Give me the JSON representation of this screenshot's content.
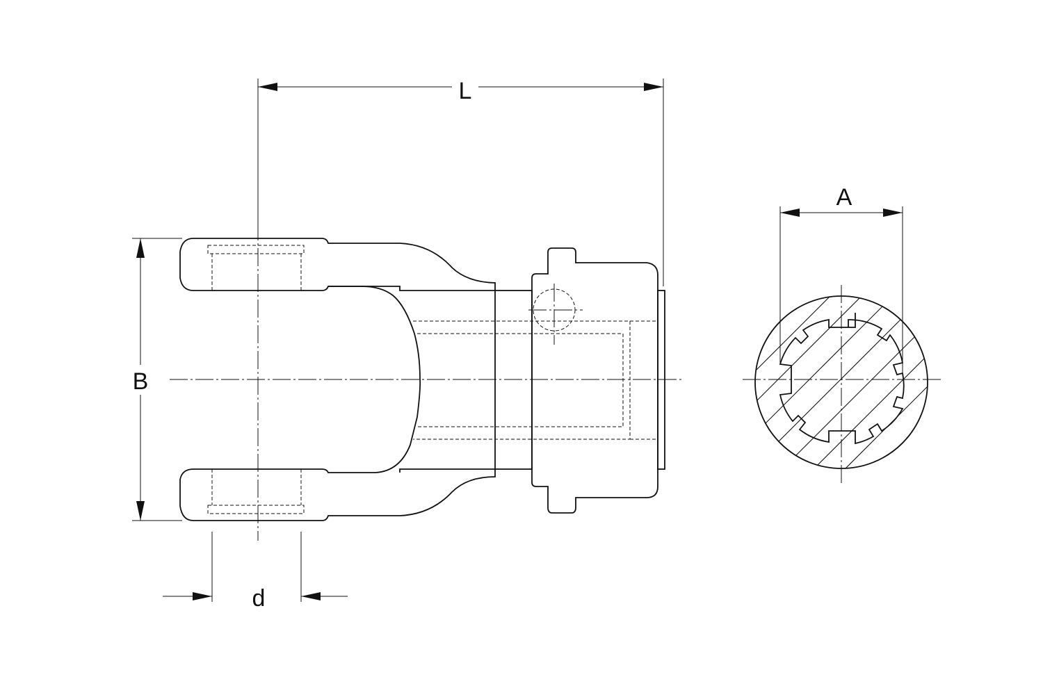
{
  "dimensions": {
    "length": "L",
    "bore_a": "A",
    "width_b": "B",
    "pin_d": "d"
  }
}
